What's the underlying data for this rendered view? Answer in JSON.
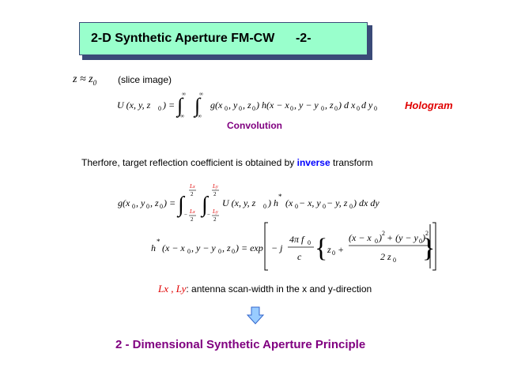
{
  "title": "2-D Synthetic Aperture FM-CW      -2-",
  "slice_condition": "z ≈ z",
  "slice_sub": "0",
  "slice_label": "(slice image)",
  "eq1_lhs": "U (x, y, z",
  "eq1_rhs": "g(x",
  "convolution_label": "Convolution",
  "hologram_label": "Hologram",
  "therefore_prefix": "Therfore, target reflection coefficient is obtained by",
  "therefore_keyword": "inverse",
  "therefore_suffix": "transform",
  "eq2_lhs": "g(x",
  "eq3_lhs": "h",
  "eq3_exp": "exp",
  "scan_vars": "Lx , Ly",
  "scan_desc": ": antenna scan-width in the x and y-direction",
  "footer": "2 - Dimensional Synthetic Aperture Principle",
  "colors": {
    "title_bg": "#99ffcc",
    "title_border": "#3a4a78",
    "accent_purple": "#800080",
    "accent_red": "#e00000",
    "accent_blue": "#0000ff",
    "arrow_fill": "#99ccff"
  },
  "icons": [
    "down-arrow-icon"
  ]
}
